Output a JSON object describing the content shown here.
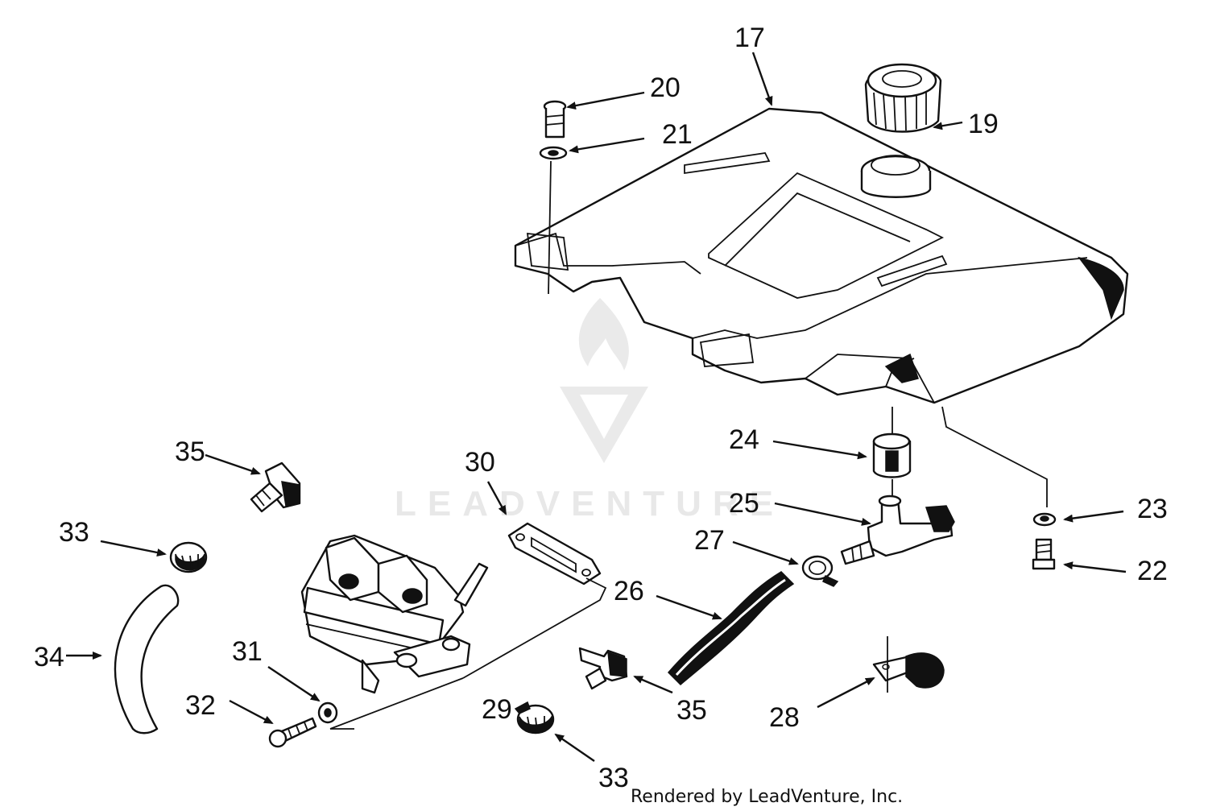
{
  "callouts": {
    "c17": "17",
    "c19": "19",
    "c20": "20",
    "c21": "21",
    "c22": "22",
    "c23": "23",
    "c24": "24",
    "c25": "25",
    "c26": "26",
    "c27": "27",
    "c28": "28",
    "c29": "29",
    "c30": "30",
    "c31": "31",
    "c32": "32",
    "c33a": "33",
    "c33b": "33",
    "c34": "34",
    "c35a": "35",
    "c35b": "35"
  },
  "watermark": "LEADVENTURE",
  "credit": "Rendered by LeadVenture, Inc.",
  "colors": {
    "ink": "#111111",
    "watermark": "#e6e6e6",
    "background": "#ffffff"
  }
}
